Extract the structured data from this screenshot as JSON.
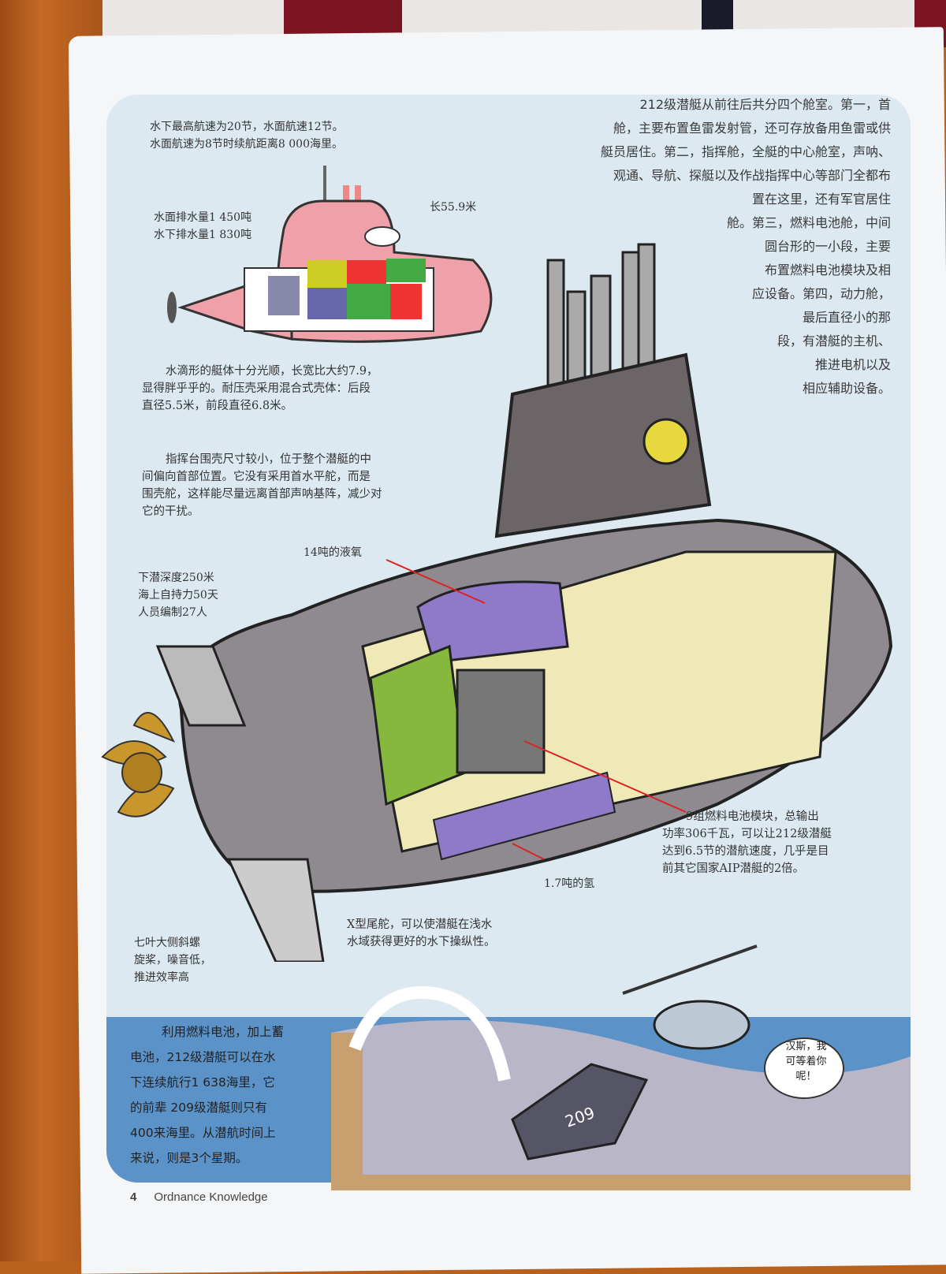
{
  "specs_speed": [
    "水下最高航速为20节，水面航速12节。",
    "水面航速为8节时续航距离8 000海里。"
  ],
  "displacement": [
    "水面排水量1 450吨",
    "水下排水量1 830吨"
  ],
  "length": "长55.9米",
  "compartments": [
    "212级潜艇从前往后共分四个舱室。第一，首",
    "舱，主要布置鱼雷发射管，还可存放备用鱼雷或供",
    "艇员居住。第二，指挥舱，全艇的中心舱室，声呐、",
    "观通、导航、探艇以及作战指挥中心等部门全都布",
    "置在这里，还有军官居住",
    "舱。第三，燃料电池舱，中间",
    "圆台形的一小段，主要",
    "布置燃料电池模块及相",
    "应设备。第四，动力舱，",
    "最后直径小的那",
    "段，有潜艇的主机、",
    "推进电机以及",
    "相应辅助设备。"
  ],
  "hull": [
    "水滴形的艇体十分光顺，长宽比大约7.9，",
    "显得胖乎乎的。耐压壳采用混合式壳体：后段",
    "直径5.5米，前段直径6.8米。"
  ],
  "sail": [
    "指挥台围壳尺寸较小，位于整个潜艇的中",
    "间偏向首部位置。它没有采用首水平舵，而是",
    "围壳舵，这样能尽量远离首部声呐基阵，减少对",
    "它的干扰。"
  ],
  "oxygen": "14吨的液氧",
  "stats": [
    "下潜深度250米",
    "海上自持力50天",
    "人员编制27人"
  ],
  "fuelcell": [
    "9组燃料电池模块，总输出",
    "功率306千瓦，可以让212级潜艇",
    "达到6.5节的潜航速度，几乎是目",
    "前其它国家AIP潜艇的2倍。"
  ],
  "hydrogen": "1.7吨的氢",
  "rudder": [
    "X型尾舵，可以使潜艇在浅水",
    "水域获得更好的水下操纵性。"
  ],
  "propeller": [
    "七叶大侧斜螺",
    "旋桨，噪音低，",
    "推进效率高"
  ],
  "range": [
    "利用燃料电池，加上蓄",
    "电池，212级潜艇可以在水",
    "下连续航行1 638海里，它",
    "的前辈 209级潜艇则只有",
    "400来海里。从潜航时间上",
    "来说，则是3个星期。"
  ],
  "speech": [
    "汉斯，我",
    "可等着你",
    "呢！"
  ],
  "hull_number": "209",
  "footer": {
    "page": "4",
    "title": "Ordnance Knowledge"
  }
}
